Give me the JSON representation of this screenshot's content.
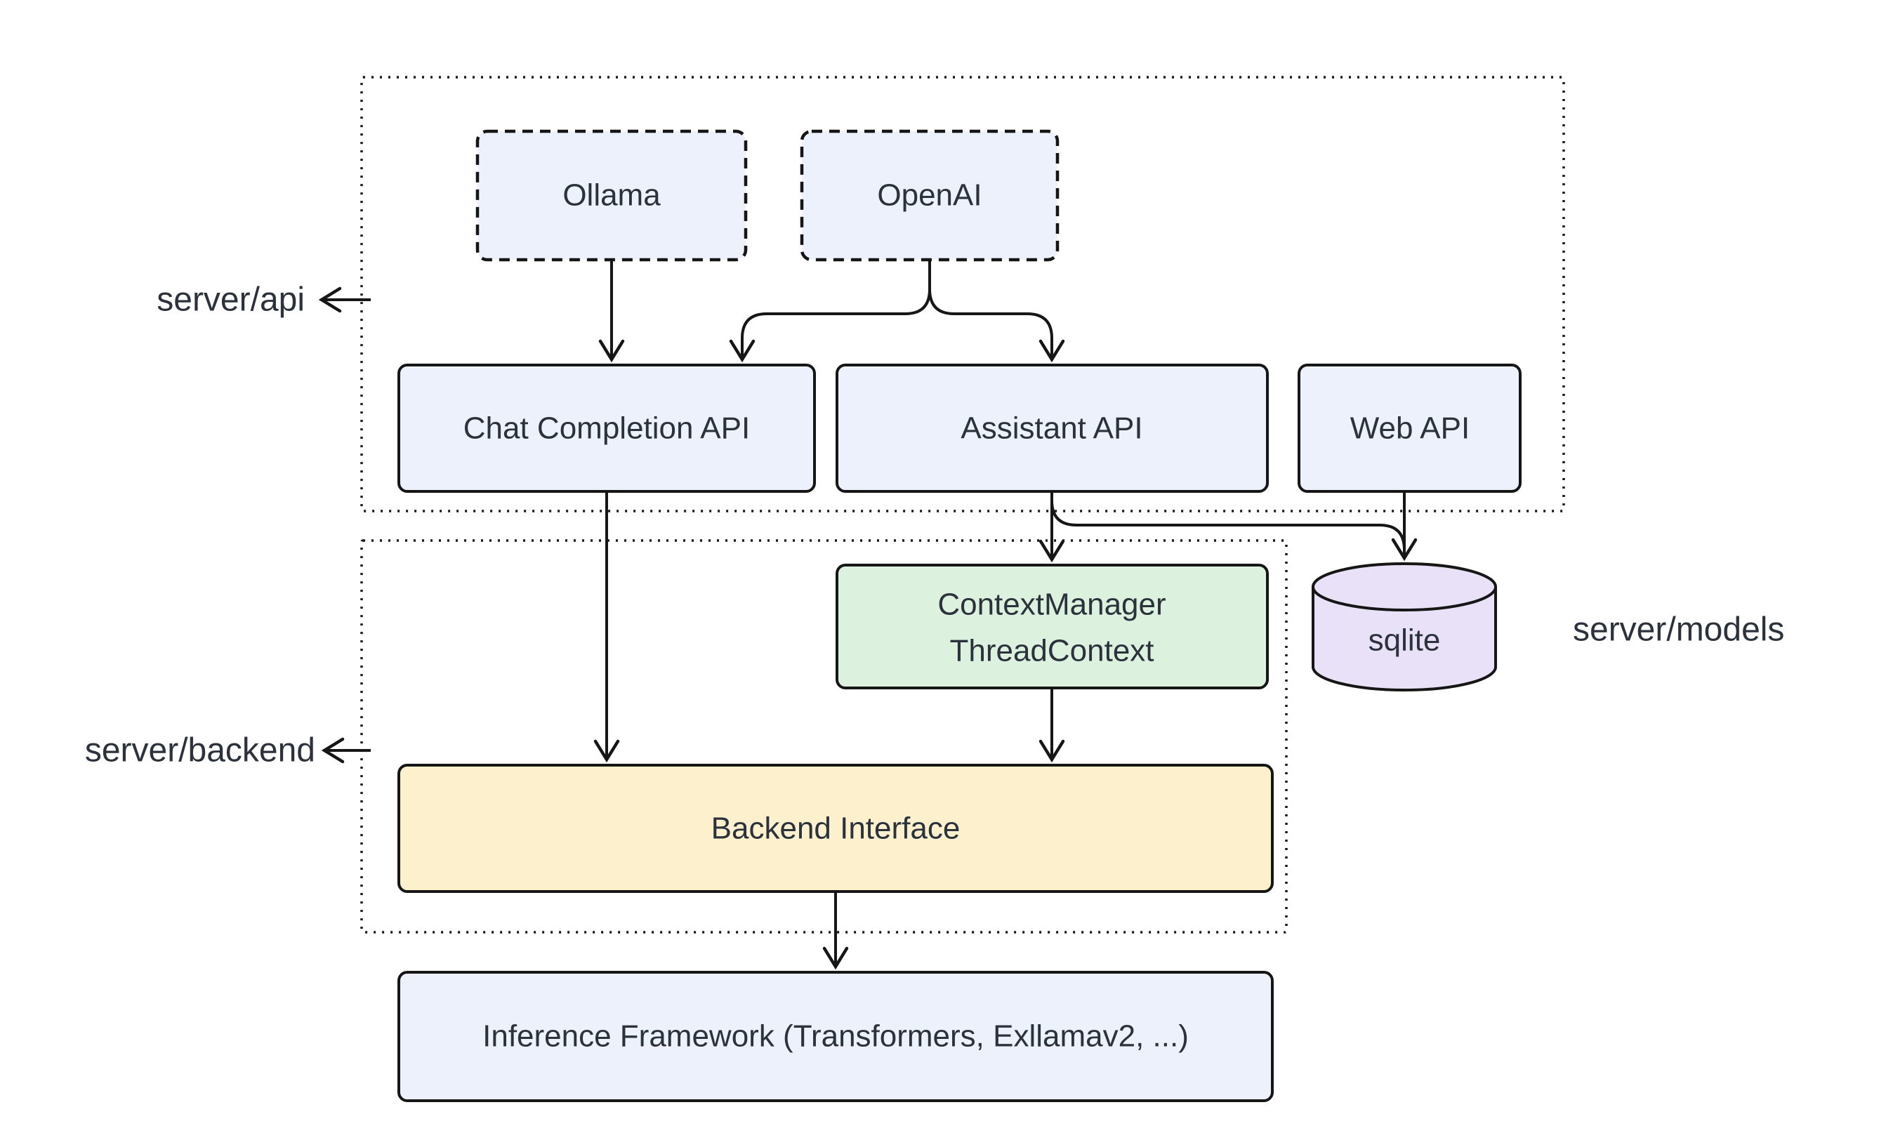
{
  "diagram": {
    "type": "architecture-flowchart",
    "background": "#ffffff",
    "colors": {
      "node_fill_blue": "#ECF1FB",
      "node_fill_green": "#DCF2DE",
      "node_fill_yellow": "#FCF0CD",
      "node_fill_purple": "#E9E1F8",
      "border": "#161616",
      "edge": "#161616",
      "text": "#2B323B"
    },
    "containers": {
      "server_api": {
        "label": "server/api",
        "style": "dotted"
      },
      "server_backend": {
        "label": "server/backend",
        "style": "dotted"
      }
    },
    "external_labels": {
      "server_models": {
        "label": "server/models"
      }
    },
    "nodes": {
      "ollama": {
        "label": "Ollama",
        "shape": "rect-dashed",
        "fill": "blue"
      },
      "openai": {
        "label": "OpenAI",
        "shape": "rect-dashed",
        "fill": "blue"
      },
      "chat_api": {
        "label": "Chat Completion API",
        "shape": "rect",
        "fill": "blue"
      },
      "assistant_api": {
        "label": "Assistant API",
        "shape": "rect",
        "fill": "blue"
      },
      "web_api": {
        "label": "Web API",
        "shape": "rect",
        "fill": "blue"
      },
      "context_manager": {
        "lines": [
          "ContextManager",
          "ThreadContext"
        ],
        "shape": "rect",
        "fill": "green"
      },
      "sqlite": {
        "label": "sqlite",
        "shape": "cylinder",
        "fill": "purple"
      },
      "backend_interface": {
        "label": "Backend Interface",
        "shape": "rect",
        "fill": "yellow"
      },
      "inference_framework": {
        "label": "Inference Framework (Transformers, Exllamav2, ...)",
        "shape": "rect",
        "fill": "blue"
      }
    },
    "edges": [
      {
        "from": "ollama",
        "to": "chat_api"
      },
      {
        "from": "openai",
        "to": "chat_api"
      },
      {
        "from": "openai",
        "to": "assistant_api"
      },
      {
        "from": "chat_api",
        "to": "backend_interface"
      },
      {
        "from": "assistant_api",
        "to": "context_manager"
      },
      {
        "from": "assistant_api",
        "to": "sqlite"
      },
      {
        "from": "web_api",
        "to": "sqlite"
      },
      {
        "from": "context_manager",
        "to": "backend_interface"
      },
      {
        "from": "backend_interface",
        "to": "inference_framework"
      }
    ]
  }
}
